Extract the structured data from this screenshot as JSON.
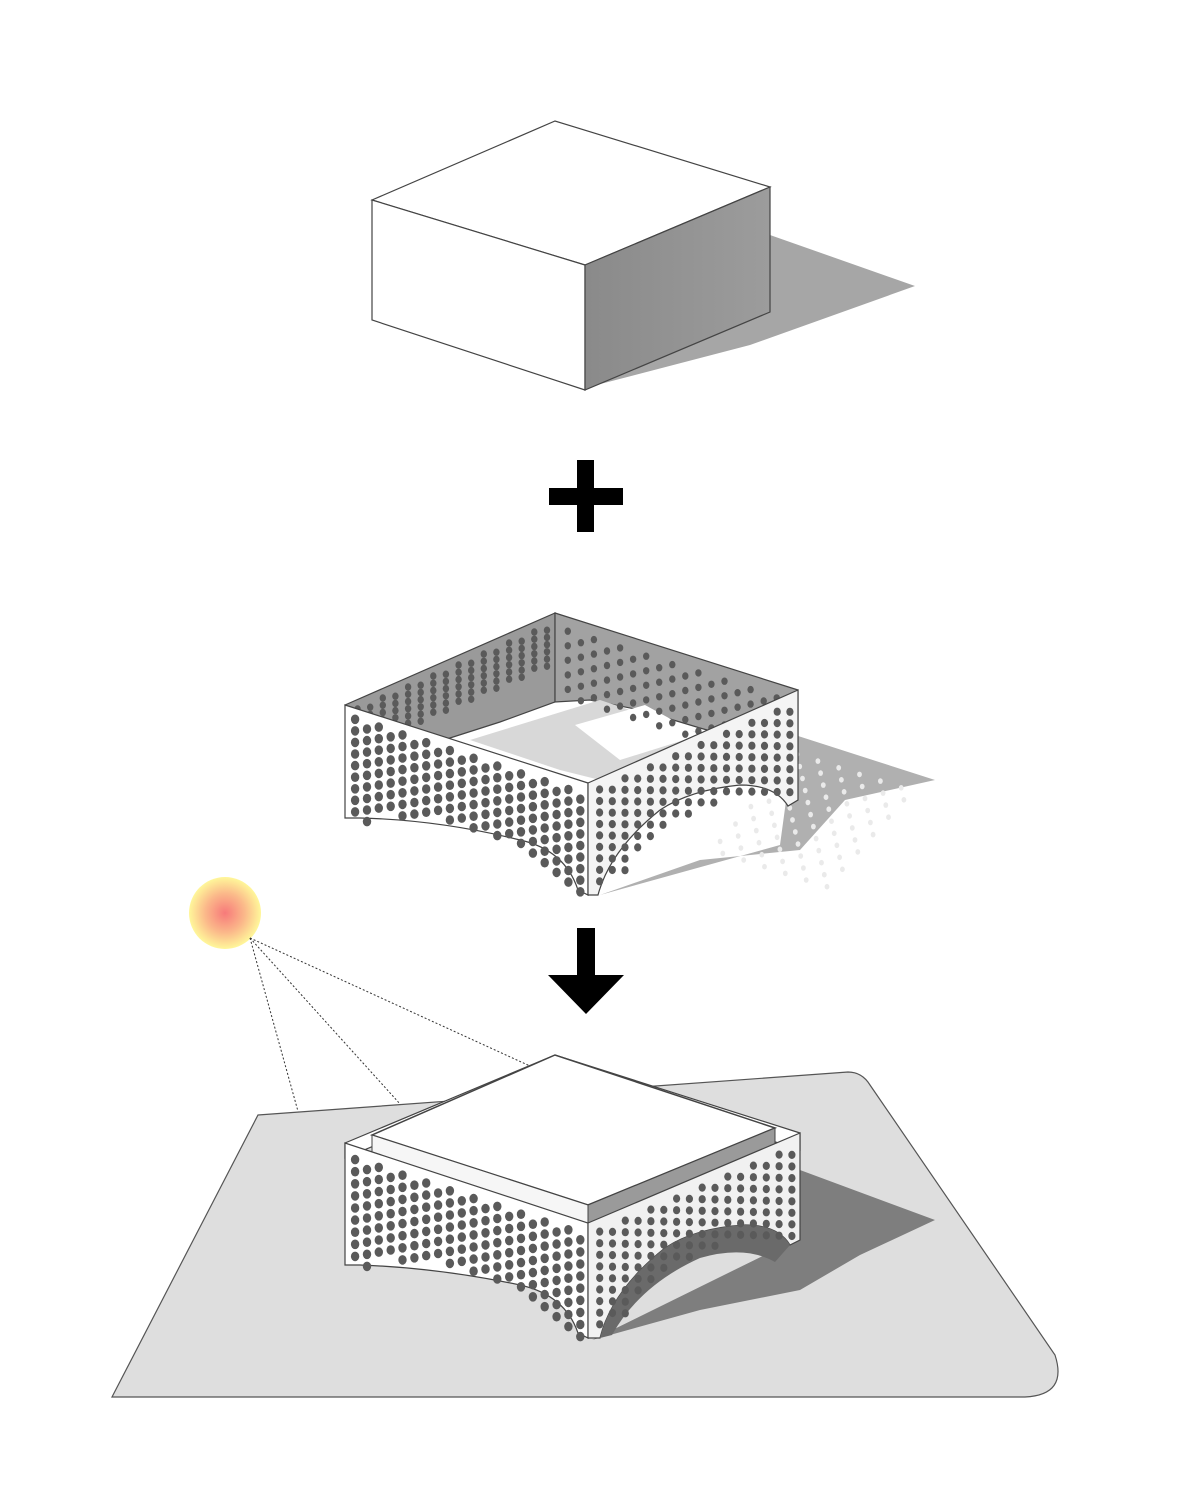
{
  "diagram": {
    "steps": [
      "solid-box",
      "perforated-screen",
      "combined-assembly"
    ],
    "operators": [
      "plus",
      "arrow-down"
    ],
    "colors": {
      "background": "#ffffff",
      "line": "#444444",
      "box_front": "#ffffff",
      "box_side": "#8f8f8f",
      "screen_inner": "#9a9a9a",
      "hole": "#5a5a5a",
      "shadow": "#a6a6a6",
      "ground": "#dedede",
      "sun_core": "#f77a7a",
      "sun_edge": "#fff79a",
      "operator": "#000000"
    }
  }
}
